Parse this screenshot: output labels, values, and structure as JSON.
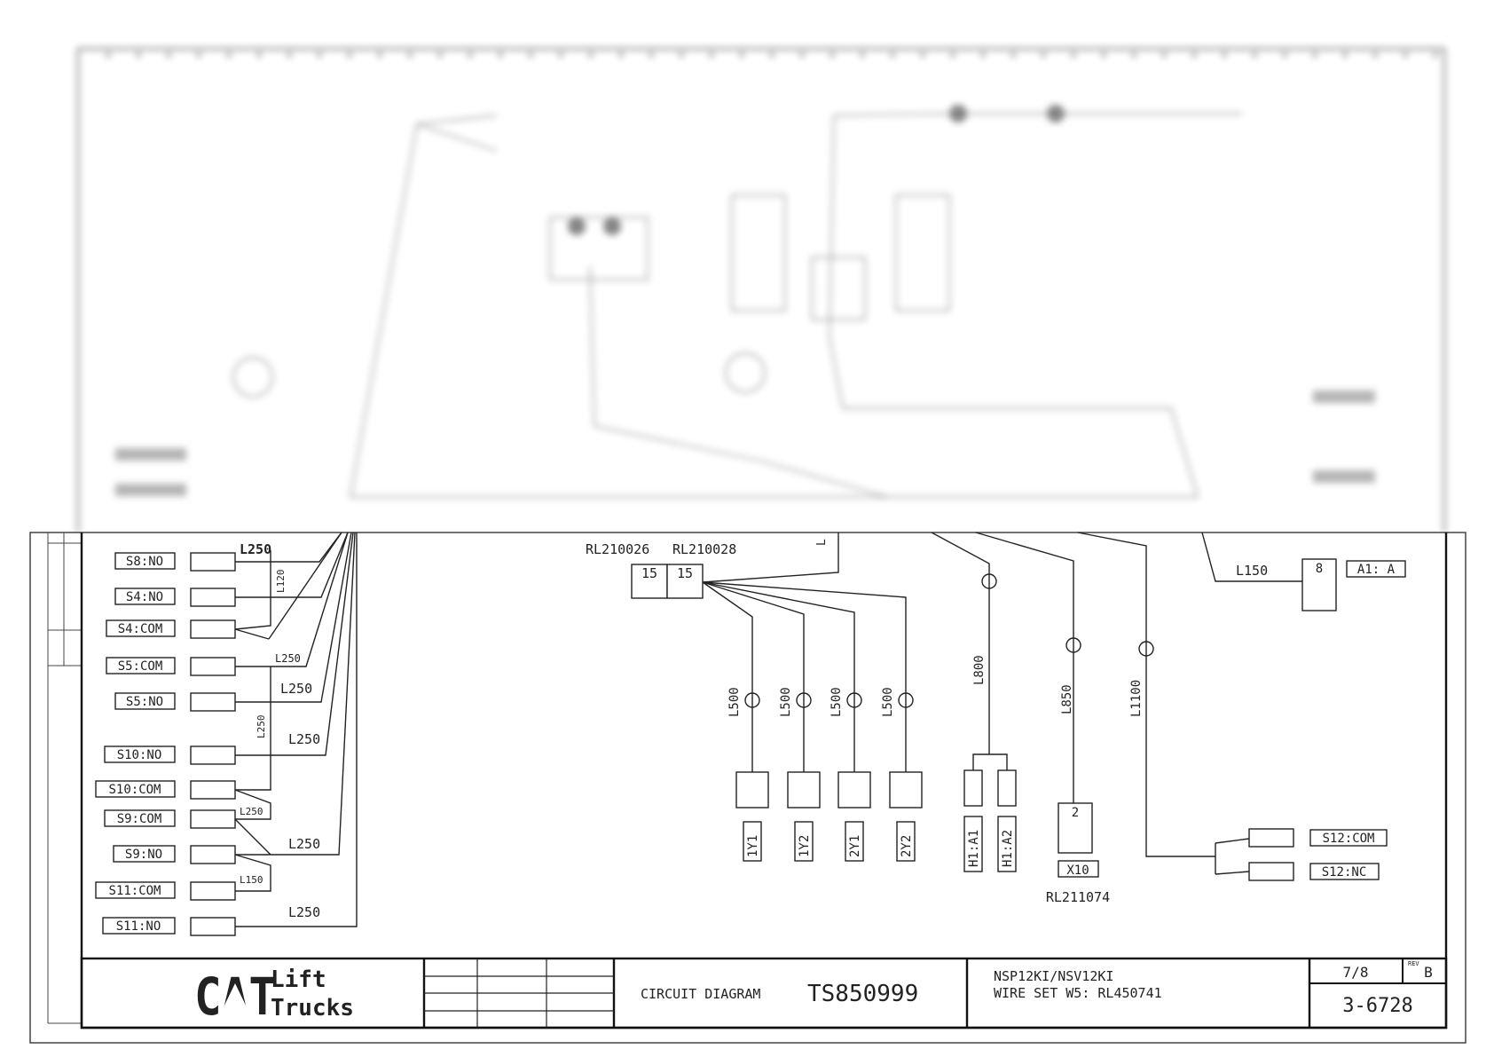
{
  "sheet": {
    "left_connectors": [
      {
        "label": "S8:NO",
        "wire": "L250"
      },
      {
        "label": "S4:NO",
        "wire": ""
      },
      {
        "label": "S4:COM",
        "wire": ""
      },
      {
        "label": "S5:COM",
        "wire": "L250"
      },
      {
        "label": "S5:NO",
        "wire": "L250"
      },
      {
        "label": "S10:NO",
        "wire": "L250"
      },
      {
        "label": "S10:COM",
        "wire": ""
      },
      {
        "label": "S9:COM",
        "wire": "L250"
      },
      {
        "label": "S9:NO",
        "wire": "L250"
      },
      {
        "label": "S11:COM",
        "wire": "L150"
      },
      {
        "label": "S11:NO",
        "wire": "L250"
      }
    ],
    "vertical_wire_labels": [
      "L120",
      "L250"
    ],
    "relays": {
      "left": "RL210026",
      "right": "RL210028",
      "pin_left": "15",
      "pin_right": "15"
    },
    "branch_wire_labels": [
      "L500",
      "L500",
      "L500",
      "L500"
    ],
    "outputs": [
      "1Y1",
      "1Y2",
      "2Y1",
      "2Y2"
    ],
    "horn": {
      "wire": "L800",
      "pins": [
        "H1:A1",
        "H1:A2"
      ]
    },
    "x10": {
      "wire": "L850",
      "pin": "2",
      "label": "X10",
      "part": "RL211074"
    },
    "s12": {
      "wire": "L1100",
      "labels": [
        "S12:COM",
        "S12:NC"
      ]
    },
    "a1": {
      "wire": "L150",
      "pin": "8",
      "label": "A1: A"
    },
    "relay_wire_label": "L"
  },
  "title_block": {
    "logo_brand": "CAT",
    "logo_line1": "Lift",
    "logo_line2": "Trucks",
    "diagram_type": "CIRCUIT DIAGRAM",
    "drawing_no": "TS850999",
    "model": "NSP12KI/NSV12KI",
    "wire_set": "WIRE SET W5: RL450741",
    "sheet": "7/8",
    "rev_label": "REV",
    "rev": "B",
    "doc_no": "3-6728"
  }
}
